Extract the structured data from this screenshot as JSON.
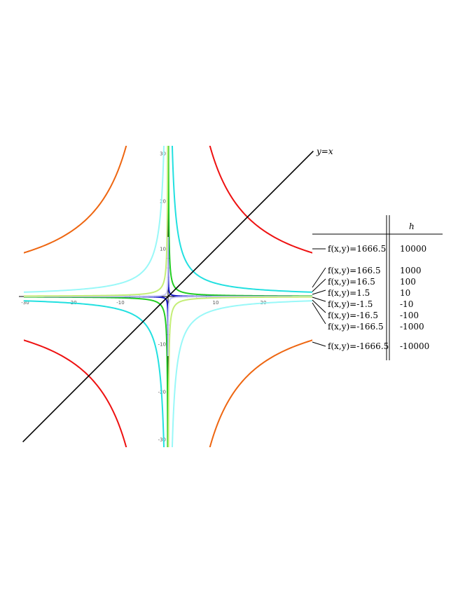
{
  "chart_data": {
    "type": "line",
    "title": "",
    "xlabel": "",
    "ylabel": "",
    "xlim": [
      -30,
      30
    ],
    "ylim": [
      -30,
      30
    ],
    "xticks": [
      -30,
      -20,
      -10,
      10,
      20
    ],
    "yticks": [
      30,
      20,
      10,
      -10,
      -20,
      -30
    ],
    "grid": false,
    "diagonal_label": "y=x",
    "table_header": "h",
    "series": [
      {
        "label": "f(x,y)=1666.5",
        "h": "10000",
        "c": 1666.5,
        "color": "#ee1111"
      },
      {
        "label": "f(x,y)=166.5",
        "h": "1000",
        "c": 166.5,
        "color": "#22e0e0"
      },
      {
        "label": "f(x,y)=16.5",
        "h": "100",
        "c": 16.5,
        "color": "#22cc22"
      },
      {
        "label": "f(x,y)=1.5",
        "h": "10",
        "c": 1.5,
        "color": "#1a1acc"
      },
      {
        "label": "f(x,y)=-1.5",
        "h": "-10",
        "c": -1.5,
        "color": "#c8c8f4"
      },
      {
        "label": "f(x,y)=-16.5",
        "h": "-100",
        "c": -16.5,
        "color": "#c4ee77"
      },
      {
        "label": "f(x,y)=-166.5",
        "h": "-1000",
        "c": -166.5,
        "color": "#99f8f8"
      },
      {
        "label": "f(x,y)=-1666.5",
        "h": "-10000",
        "c": -1666.5,
        "color": "#ee6611"
      }
    ]
  }
}
